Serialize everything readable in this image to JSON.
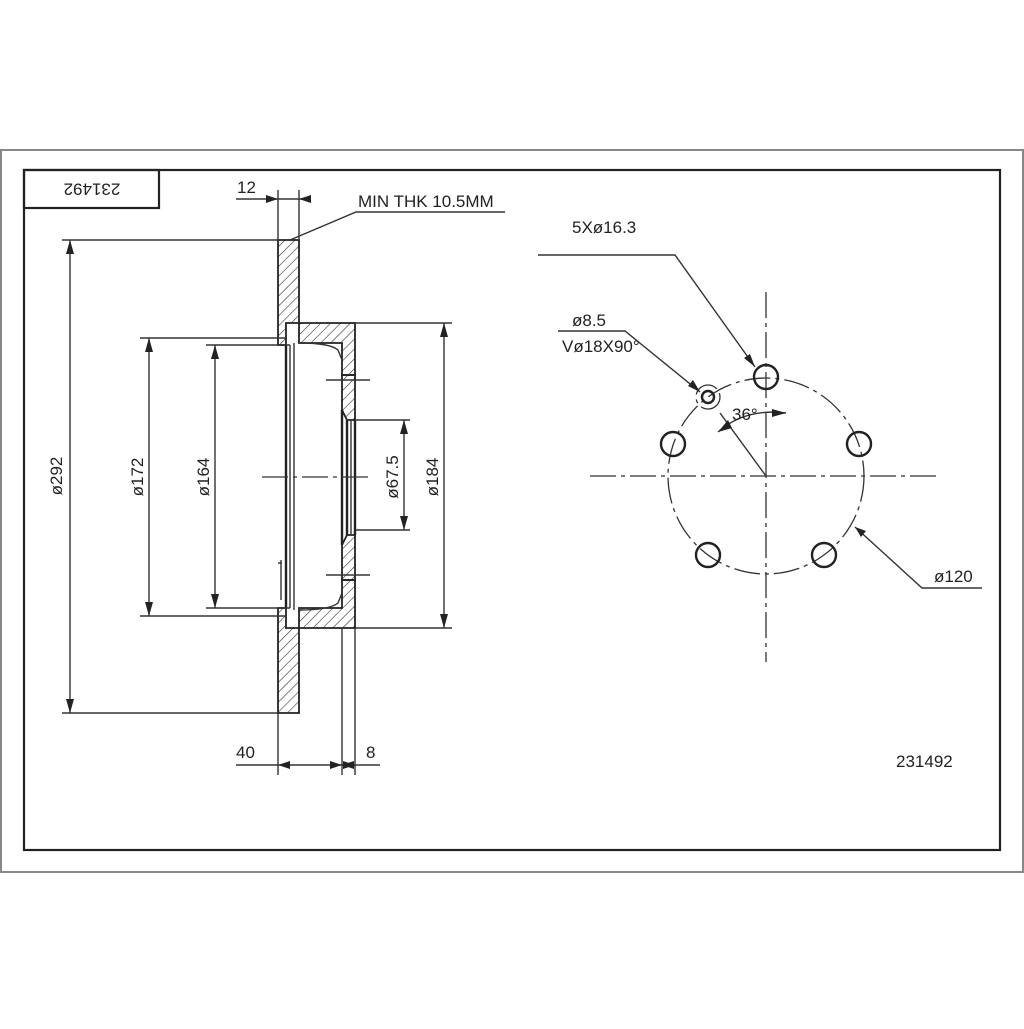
{
  "part_number_stamp": "231492",
  "part_number_label": "231492",
  "section_view": {
    "dim_thickness_top": "12",
    "min_thickness_note": "MIN THK 10.5MM",
    "dia_outer": "ø292",
    "dia_172": "ø172",
    "dia_164": "ø164",
    "dia_hub_bore": "ø67.5",
    "dia_184": "ø184",
    "dim_height_40": "40",
    "dim_flange_8": "8"
  },
  "front_view": {
    "bolt_holes": "5Xø16.3",
    "pilot_hole_dia": "ø8.5",
    "pilot_countersink": "Vø18X90°",
    "angle": "36°",
    "pcd": "ø120",
    "bolt_hole_count": 5
  }
}
